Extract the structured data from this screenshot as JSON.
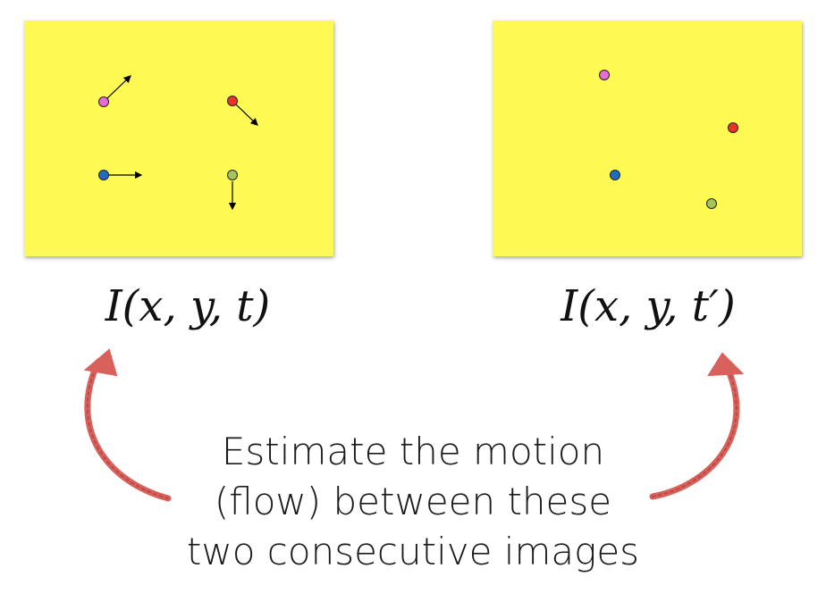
{
  "frames": {
    "left": {
      "background": "#fff954",
      "points": [
        {
          "color": "#e86bd8",
          "dx": 1,
          "dy": -1
        },
        {
          "color": "#e8322a",
          "dx": 1,
          "dy": 1
        },
        {
          "color": "#1f6dc2",
          "dx": 1,
          "dy": 0
        },
        {
          "color": "#a4c55a",
          "dx": 0,
          "dy": 1
        }
      ]
    },
    "right": {
      "background": "#fff954",
      "points": [
        {
          "color": "#e86bd8"
        },
        {
          "color": "#e8322a"
        },
        {
          "color": "#1f6dc2"
        },
        {
          "color": "#a4c55a"
        }
      ]
    }
  },
  "formulas": {
    "left": "I(x, y, t)",
    "right": "I(x, y, t′)"
  },
  "caption": {
    "line1": "Estimate the motion",
    "line2": "(flow) between these",
    "line3": "two consecutive images"
  },
  "colors": {
    "arrow": "#d9615c"
  },
  "icons": [
    "curved-arrow-left-icon",
    "curved-arrow-right-icon",
    "motion-vector-icon"
  ]
}
